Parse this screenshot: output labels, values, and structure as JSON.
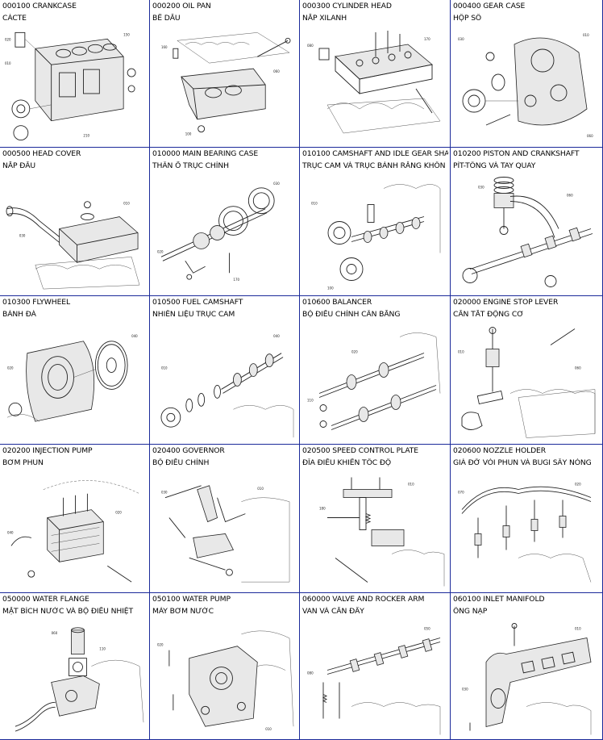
{
  "cells": [
    {
      "code": "000100 CRANKCASE",
      "name_vn": "CÁCTE"
    },
    {
      "code": "000200 OIL PAN",
      "name_vn": "BỂ DẦU"
    },
    {
      "code": "000300 CYLINDER HEAD",
      "name_vn": "NẮP XILANH"
    },
    {
      "code": "000400 GEAR CASE",
      "name_vn": "HỘP SỐ"
    },
    {
      "code": "000500 HEAD COVER",
      "name_vn": "NẮP ĐẦU"
    },
    {
      "code": "010000 MAIN BEARING CASE",
      "name_vn": "THÂN Ổ TRỤC CHÍNH"
    },
    {
      "code": "010100 CAMSHAFT AND IDLE GEAR SHA",
      "name_vn": "TRỤC CAM VÀ TRỤC BÁNH RĂNG KHÔN"
    },
    {
      "code": "010200 PISTON AND CRANKSHAFT",
      "name_vn": "PÍT-TÔNG VÀ TAY QUAY"
    },
    {
      "code": "010300 FLYWHEEL",
      "name_vn": "BÁNH ĐÀ"
    },
    {
      "code": "010500 FUEL CAMSHAFT",
      "name_vn": "NHIÊN LIỆU TRỤC CAM"
    },
    {
      "code": "010600 BALANCER",
      "name_vn": "BỘ ĐIỀU CHỈNH CÂN BẰNG"
    },
    {
      "code": "020000 ENGINE STOP LEVER",
      "name_vn": "CẦN TẮT ĐỘNG CƠ"
    },
    {
      "code": "020200 INJECTION PUMP",
      "name_vn": "BƠM PHUN"
    },
    {
      "code": "020400 GOVERNOR",
      "name_vn": "BỘ ĐIỀU CHỈNH"
    },
    {
      "code": "020500 SPEED CONTROL PLATE",
      "name_vn": "ĐĨA ĐIỀU KHIỂN TỐC ĐỘ"
    },
    {
      "code": "020600 NOZZLE HOLDER",
      "name_vn": "GIÁ ĐỠ VÒI PHUN VÀ BUGI SẤY NÓNG"
    },
    {
      "code": "050000 WATER FLANGE",
      "name_vn": "MẶT BÍCH NƯỚC VÀ BỘ ĐIỀU NHIỆT"
    },
    {
      "code": "050100 WATER PUMP",
      "name_vn": "MÁY BƠM NƯỚC"
    },
    {
      "code": "060000 VALVE AND ROCKER ARM",
      "name_vn": "VAN VÀ CẦN ĐẨY"
    },
    {
      "code": "060100 INLET MANIFOLD",
      "name_vn": "ỐNG NẠP"
    }
  ]
}
